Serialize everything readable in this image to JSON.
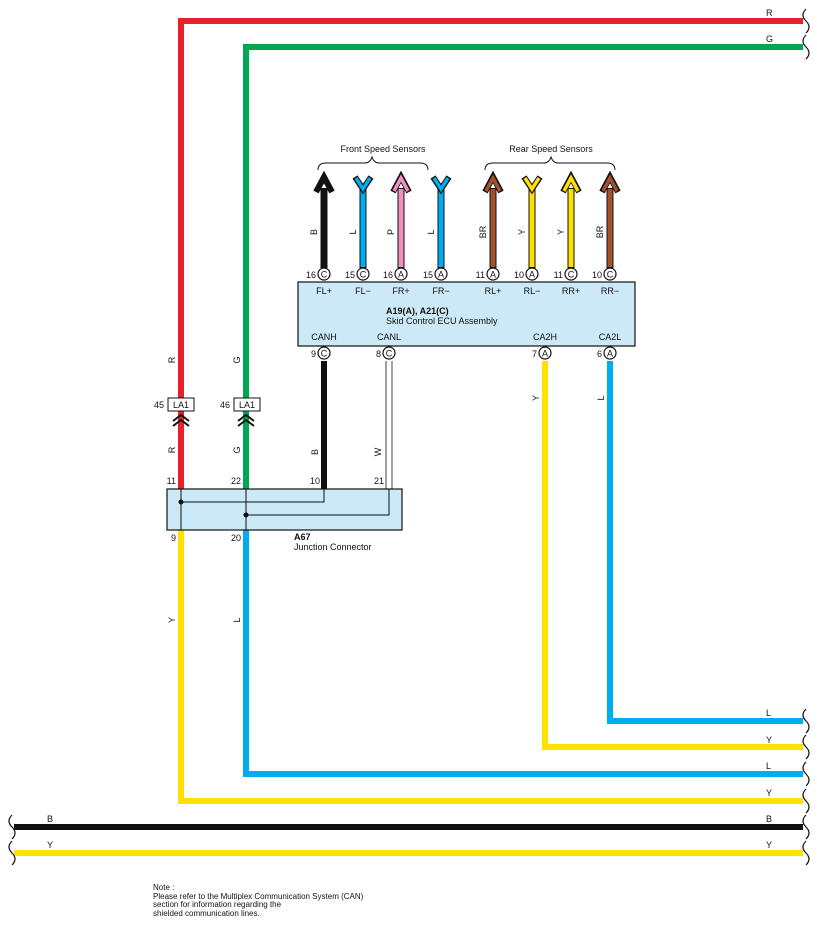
{
  "colors": {
    "red": "#e8202a",
    "green": "#00a651",
    "black": "#111111",
    "blue": "#00aeef",
    "pink": "#f08ebe",
    "yellow": "#ffe100",
    "brown": "#a0522d",
    "ecu_fill": "#cce9f7"
  },
  "wire_codes": {
    "R": "R",
    "G": "G",
    "B": "B",
    "L": "L",
    "P": "P",
    "BR": "BR",
    "Y": "Y",
    "W": "W"
  },
  "groups": {
    "front": "Front Speed Sensors",
    "rear": "Rear Speed Sensors"
  },
  "ecu": {
    "id": "A19(A), A21(C)",
    "name": "Skid Control ECU Assembly",
    "top_pins": [
      {
        "num": "16",
        "conn": "C",
        "label": "FL+",
        "wire": "B",
        "color": "black",
        "dir": "up"
      },
      {
        "num": "15",
        "conn": "C",
        "label": "FL−",
        "wire": "L",
        "color": "blue",
        "dir": "down"
      },
      {
        "num": "16",
        "conn": "A",
        "label": "FR+",
        "wire": "P",
        "color": "pink",
        "dir": "up"
      },
      {
        "num": "15",
        "conn": "A",
        "label": "FR−",
        "wire": "L",
        "color": "blue",
        "dir": "down"
      },
      {
        "num": "11",
        "conn": "A",
        "label": "RL+",
        "wire": "BR",
        "color": "brown",
        "dir": "up"
      },
      {
        "num": "10",
        "conn": "A",
        "label": "RL−",
        "wire": "Y",
        "color": "yellow",
        "dir": "down"
      },
      {
        "num": "11",
        "conn": "C",
        "label": "RR+",
        "wire": "Y",
        "color": "yellow",
        "dir": "up"
      },
      {
        "num": "10",
        "conn": "C",
        "label": "RR−",
        "wire": "BR",
        "color": "brown",
        "dir": "up"
      }
    ],
    "bottom_pins": [
      {
        "num": "9",
        "conn": "C",
        "label": "CANH",
        "wire": "B"
      },
      {
        "num": "8",
        "conn": "C",
        "label": "CANL",
        "wire": "W"
      },
      {
        "num": "7",
        "conn": "A",
        "label": "CA2H",
        "wire": "Y"
      },
      {
        "num": "6",
        "conn": "A",
        "label": "CA2L",
        "wire": "L"
      }
    ]
  },
  "splices": [
    {
      "num": "45",
      "label": "LA1"
    },
    {
      "num": "46",
      "label": "LA1"
    }
  ],
  "junction": {
    "id": "A67",
    "name": "Junction Connector",
    "top_pins": [
      "11",
      "22",
      "10",
      "21"
    ],
    "bottom_pins": [
      "9",
      "20"
    ]
  },
  "right_labels": [
    "R",
    "G",
    "L",
    "Y",
    "L",
    "Y",
    "B",
    "Y"
  ],
  "bus_labels": [
    "B",
    "Y"
  ],
  "note": {
    "title": "Note :",
    "lines": [
      "Please refer to the Multiplex Communication System (CAN)",
      "section for information regarding the",
      "shielded communication lines."
    ]
  }
}
